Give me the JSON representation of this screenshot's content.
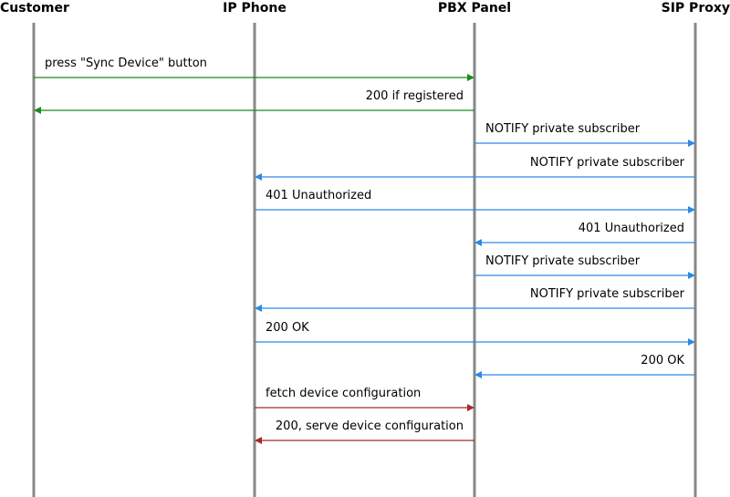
{
  "actors": [
    {
      "id": "customer",
      "label": "Customer"
    },
    {
      "id": "phone",
      "label": "IP Phone"
    },
    {
      "id": "pbx",
      "label": "PBX Panel"
    },
    {
      "id": "proxy",
      "label": "SIP Proxy"
    }
  ],
  "colors": {
    "lifeline": "#888888",
    "green": "#1a8a1a",
    "blue": "#2a8ae6",
    "red": "#a52a2a"
  },
  "messages": [
    {
      "from": "customer",
      "to": "pbx",
      "label": "press \"Sync Device\" button",
      "color": "green"
    },
    {
      "from": "pbx",
      "to": "customer",
      "label": "200 if registered",
      "color": "green"
    },
    {
      "from": "pbx",
      "to": "proxy",
      "label": "NOTIFY private subscriber",
      "color": "blue"
    },
    {
      "from": "proxy",
      "to": "phone",
      "label": "NOTIFY private subscriber",
      "color": "blue"
    },
    {
      "from": "phone",
      "to": "proxy",
      "label": "401 Unauthorized",
      "color": "blue"
    },
    {
      "from": "proxy",
      "to": "pbx",
      "label": "401 Unauthorized",
      "color": "blue"
    },
    {
      "from": "pbx",
      "to": "proxy",
      "label": "NOTIFY private subscriber",
      "color": "blue"
    },
    {
      "from": "proxy",
      "to": "phone",
      "label": "NOTIFY private subscriber",
      "color": "blue"
    },
    {
      "from": "phone",
      "to": "proxy",
      "label": "200 OK",
      "color": "blue"
    },
    {
      "from": "proxy",
      "to": "pbx",
      "label": "200 OK",
      "color": "blue"
    },
    {
      "from": "phone",
      "to": "pbx",
      "label": "fetch device configuration",
      "color": "red"
    },
    {
      "from": "pbx",
      "to": "phone",
      "label": "200, serve device configuration",
      "color": "red"
    }
  ]
}
